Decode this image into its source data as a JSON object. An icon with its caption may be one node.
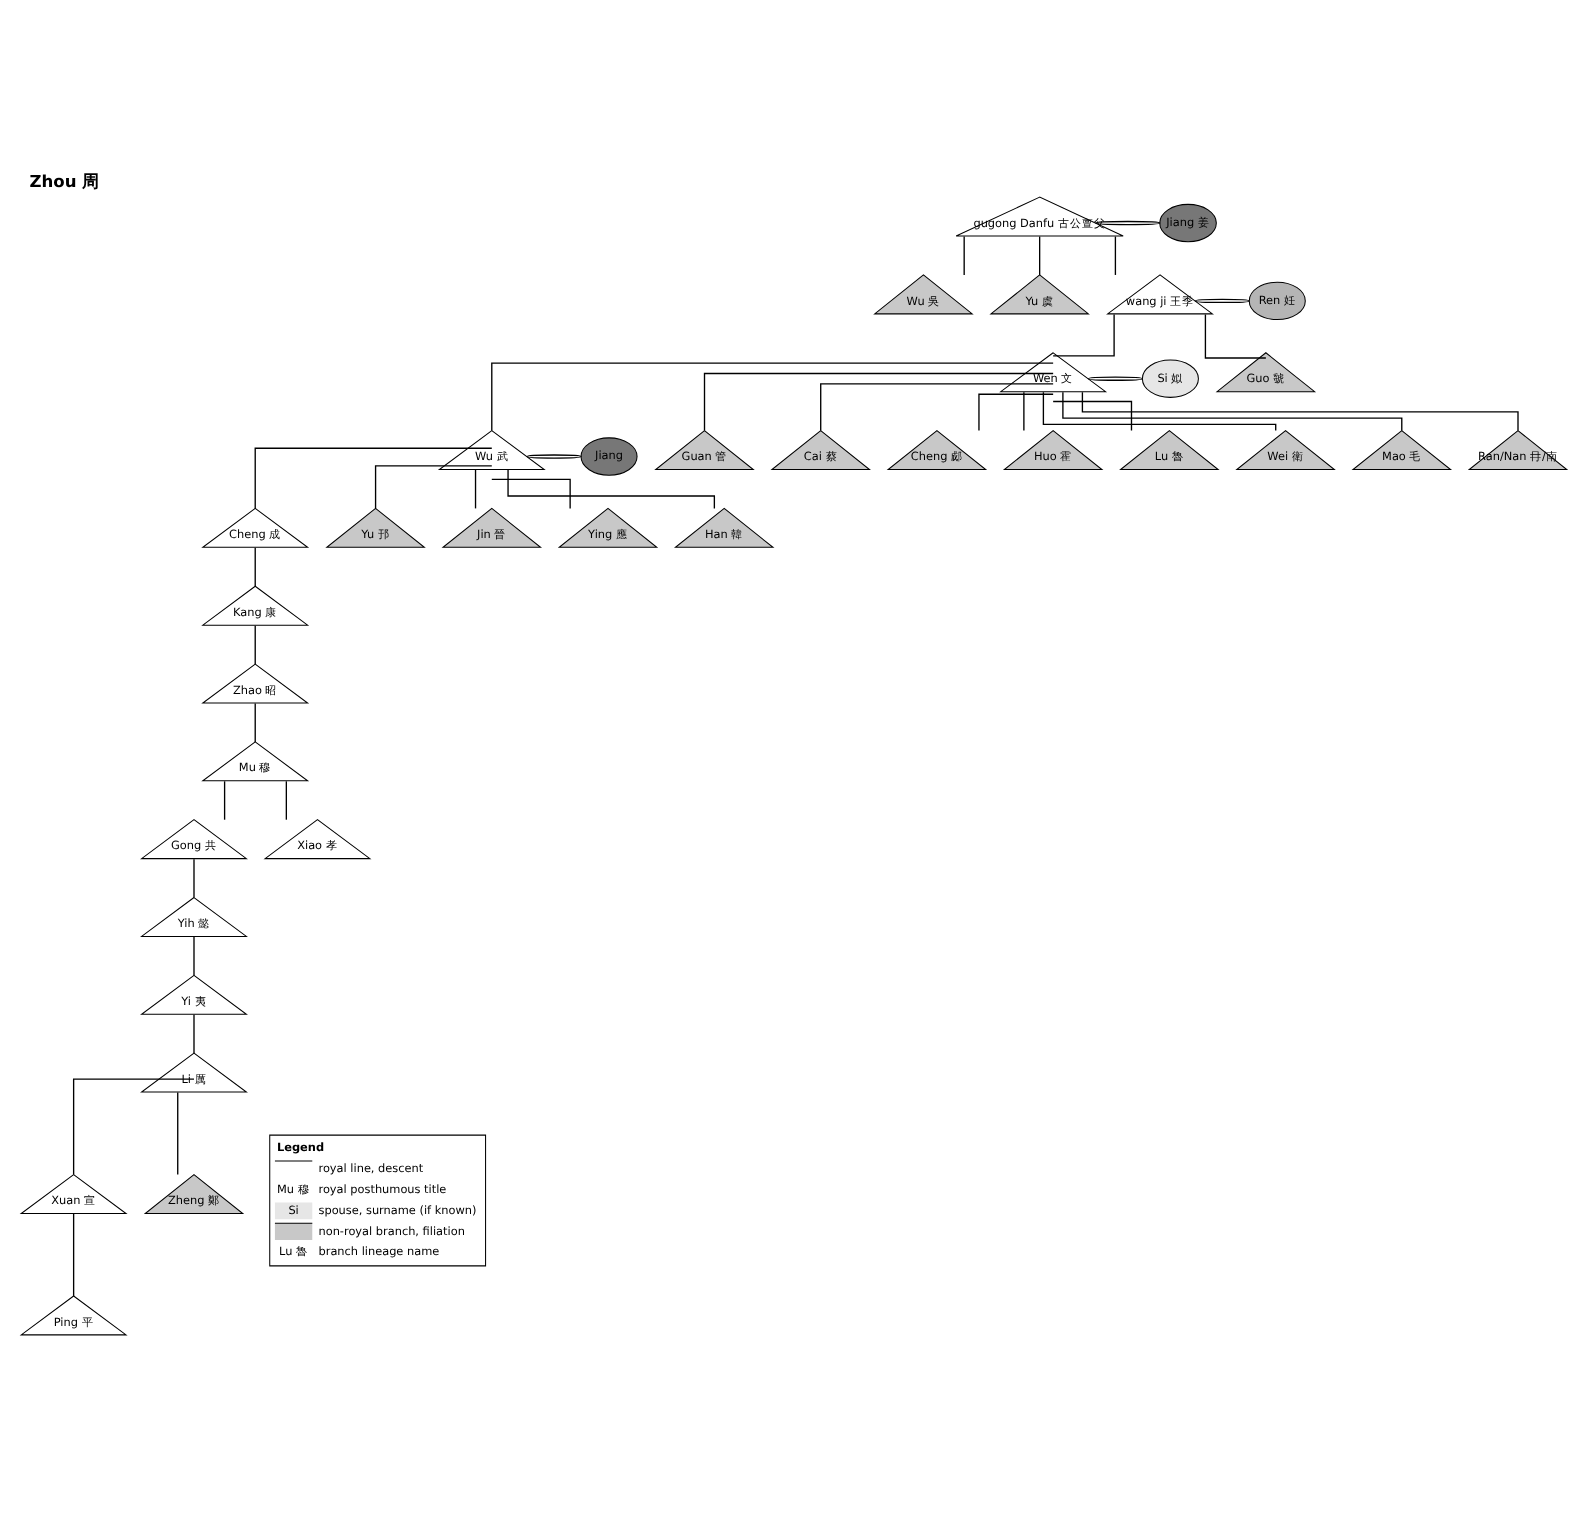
{
  "diagram": {
    "title": "Zhou 周",
    "nodes": [
      {
        "text": [
          "gugong Danfu 古公亶父"
        ]
      },
      {
        "text": [
          "Jiang 姜"
        ]
      },
      {
        "text": [
          "Wu 吳"
        ]
      },
      {
        "text": [
          "Yu 虞"
        ]
      },
      {
        "text": [
          "wang ji 王季"
        ]
      },
      {
        "text": [
          "Ren 妊"
        ]
      },
      {
        "text": [
          "Wen 文"
        ]
      },
      {
        "text": [
          "Si 姒"
        ]
      },
      {
        "text": [
          "Guo 虢"
        ]
      },
      {
        "text": [
          "Wu 武"
        ]
      },
      {
        "text": [
          "Jiang"
        ]
      },
      {
        "text": [
          "Guan 管"
        ]
      },
      {
        "text": [
          "Cai 蔡"
        ]
      },
      {
        "text": [
          "Cheng 郕"
        ]
      },
      {
        "text": [
          "Huo 霍"
        ]
      },
      {
        "text": [
          "Lu 魯"
        ]
      },
      {
        "text": [
          "Wei 衛"
        ]
      },
      {
        "text": [
          "Mao 毛"
        ]
      },
      {
        "text": [
          "Ran/Nan 冄/南"
        ]
      },
      {
        "text": [
          "Cheng 成"
        ]
      },
      {
        "text": [
          "Yu 邘"
        ]
      },
      {
        "text": [
          "Jin 晉"
        ]
      },
      {
        "text": [
          "Ying 應"
        ]
      },
      {
        "text": [
          "Han 韓"
        ]
      },
      {
        "text": [
          "Kang 康"
        ]
      },
      {
        "text": [
          "Zhao 昭"
        ]
      },
      {
        "text": [
          "Mu 穆"
        ]
      },
      {
        "text": [
          "Gong 共"
        ]
      },
      {
        "text": [
          "Xiao 孝"
        ]
      },
      {
        "text": [
          "Yih 懿"
        ]
      },
      {
        "text": [
          "Yi 夷"
        ]
      },
      {
        "text": [
          "Li 厲"
        ]
      },
      {
        "text": [
          "Xuan 宣"
        ]
      },
      {
        "text": [
          "Zheng 鄭"
        ]
      },
      {
        "text": [
          "Ping 平"
        ]
      }
    ],
    "edges": [
      {
        "from": 0,
        "to": 1,
        "arrow": "none"
      },
      {
        "from": 0,
        "to": 2,
        "arrow": "none"
      },
      {
        "from": 0,
        "to": 3,
        "arrow": "none"
      },
      {
        "from": 0,
        "to": 4,
        "arrow": "none"
      },
      {
        "from": 4,
        "to": 5,
        "arrow": "none"
      },
      {
        "from": 4,
        "to": 6,
        "arrow": "none"
      },
      {
        "from": 4,
        "to": 8,
        "arrow": "none"
      },
      {
        "from": 6,
        "to": 7,
        "arrow": "none"
      },
      {
        "from": 6,
        "to": 9,
        "arrow": "none"
      },
      {
        "from": 6,
        "to": 11,
        "arrow": "none"
      },
      {
        "from": 6,
        "to": 12,
        "arrow": "none"
      },
      {
        "from": 6,
        "to": 13,
        "arrow": "none"
      },
      {
        "from": 6,
        "to": 14,
        "arrow": "none"
      },
      {
        "from": 6,
        "to": 15,
        "arrow": "none"
      },
      {
        "from": 6,
        "to": 16,
        "arrow": "none"
      },
      {
        "from": 6,
        "to": 17,
        "arrow": "none"
      },
      {
        "from": 6,
        "to": 18,
        "arrow": "none"
      },
      {
        "from": 9,
        "to": 10,
        "arrow": "none"
      },
      {
        "from": 9,
        "to": 19,
        "arrow": "none"
      },
      {
        "from": 9,
        "to": 20,
        "arrow": "none"
      },
      {
        "from": 9,
        "to": 21,
        "arrow": "none"
      },
      {
        "from": 9,
        "to": 22,
        "arrow": "none"
      },
      {
        "from": 9,
        "to": 23,
        "arrow": "none"
      },
      {
        "from": 19,
        "to": 24,
        "arrow": "none"
      },
      {
        "from": 24,
        "to": 25,
        "arrow": "none"
      },
      {
        "from": 25,
        "to": 26,
        "arrow": "none"
      },
      {
        "from": 26,
        "to": 27,
        "arrow": "none"
      },
      {
        "from": 26,
        "to": 28,
        "arrow": "none"
      },
      {
        "from": 27,
        "to": 29,
        "arrow": "none"
      },
      {
        "from": 29,
        "to": 30,
        "arrow": "none"
      },
      {
        "from": 30,
        "to": 31,
        "arrow": "none"
      },
      {
        "from": 31,
        "to": 32,
        "arrow": "none"
      },
      {
        "from": 31,
        "to": 33,
        "arrow": "none"
      },
      {
        "from": 32,
        "to": 34,
        "arrow": "none"
      }
    ],
    "labels": [
      "Legend",
      "Mu 穆",
      "Si",
      "Lu 魯"
    ],
    "legend": [
      {
        "text": "royal line, descent"
      },
      {
        "text": "royal posthumous title"
      },
      {
        "text": "spouse, surname (if known)"
      },
      {
        "text": "non-royal branch, filiation"
      },
      {
        "text": "branch lineage name"
      }
    ]
  }
}
